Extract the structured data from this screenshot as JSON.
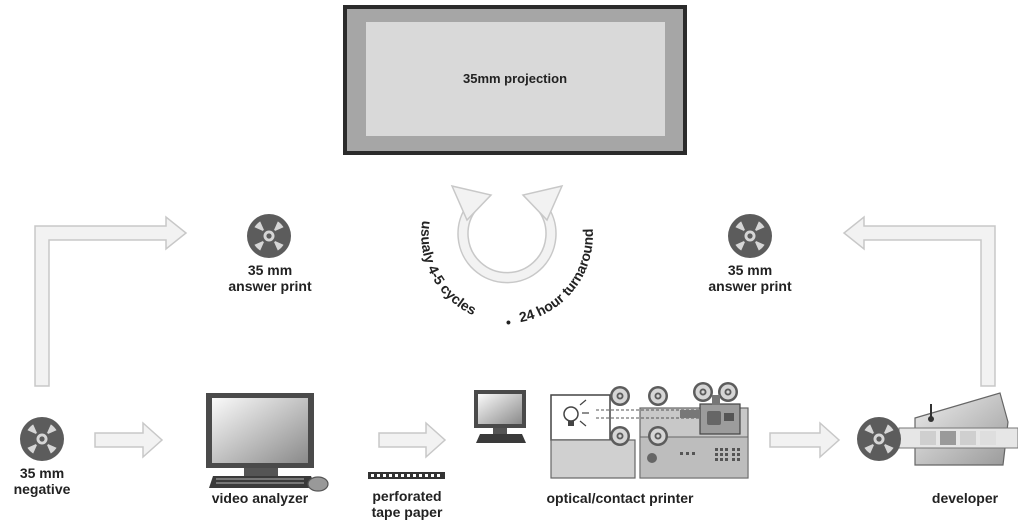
{
  "screen": {
    "title": "35mm projection"
  },
  "cycle": {
    "left_text": "usualy 4-5 cycles",
    "separator": "•",
    "right_text": "24 hour turnaround"
  },
  "nodes": {
    "answer_print_left": {
      "line1": "35 mm",
      "line2": "answer print"
    },
    "answer_print_right": {
      "line1": "35 mm",
      "line2": "answer print"
    },
    "negative": {
      "line1": "35 mm",
      "line2": "negative"
    },
    "video_analyzer": {
      "label": "video analyzer"
    },
    "tape_paper": {
      "line1": "perforated",
      "line2": "tape paper"
    },
    "printer": {
      "label": "optical/contact printer"
    },
    "developer": {
      "label": "developer"
    }
  },
  "colors": {
    "arrow_fill": "#f2f2f2",
    "arrow_stroke": "#c8c8c8",
    "screen_border": "#2b2b2b",
    "screen_frame": "#a6a6a6",
    "screen_inner": "#d9d9d9",
    "reel_outer": "#5c5c5c",
    "reel_inner": "#d6d6d6"
  }
}
